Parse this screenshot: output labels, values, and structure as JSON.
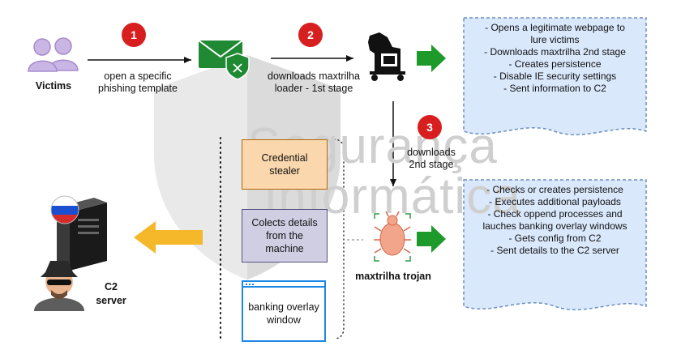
{
  "watermark": {
    "line1": "Segurança",
    "line2": "Informática"
  },
  "victims": {
    "label": "Victims"
  },
  "steps": [
    {
      "number": "1",
      "text": "open a specific phishing template"
    },
    {
      "number": "2",
      "text": "downloads maxtrilha loader - 1st stage"
    },
    {
      "number": "3",
      "text": "downloads 2nd stage"
    }
  ],
  "stage1_notes": [
    "- Opens a legitimate webpage to",
    "lure victims",
    "- Downloads maxtrilha 2nd stage",
    "- Creates persistence",
    "- Disable IE security settings",
    "- Sent information to C2"
  ],
  "stage2_notes": [
    "- Checks or creates persistence",
    "- Executes additional payloads",
    "- Check oppend processes and",
    "lauches banking overlay windows",
    "- Gets config from C2",
    "- Sent details to the C2 server"
  ],
  "modules": {
    "credential_stealer": "Credential stealer",
    "collects_details": "Colects details from the machine",
    "banking_overlay": "banking overlay window"
  },
  "trojan": {
    "label": "maxtrilha trojan"
  },
  "c2": {
    "label": "C2 server"
  },
  "colors": {
    "badge": "#d71f1f",
    "green": "#1e9a2a",
    "orange": "#f5b82a",
    "note_fill": "#dae8fc",
    "note_border": "#6c8ebf",
    "cred_fill": "#fad7ac",
    "cred_border": "#b46504",
    "details_fill": "#d0cee2",
    "details_border": "#56517e",
    "overlay_border": "#1e88e5"
  }
}
